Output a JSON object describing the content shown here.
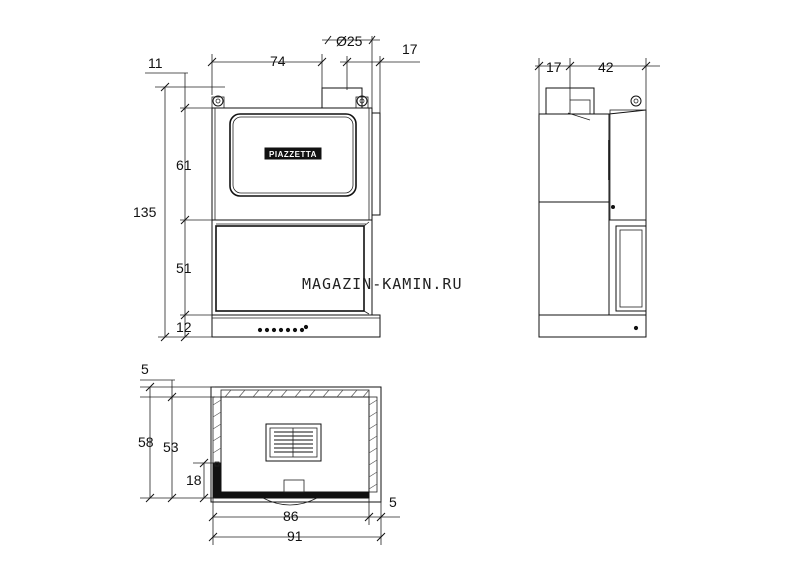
{
  "front_view": {
    "dimensions": {
      "left_offset": "11",
      "width": "74",
      "flue_diameter": "Ø25",
      "right_offset": "17",
      "total_height": "135",
      "upper_height": "61",
      "firebox_height": "51",
      "base_height": "12"
    },
    "brand_plate": "PIAZZETTA"
  },
  "side_view": {
    "dimensions": {
      "flue_offset": "17",
      "depth": "42"
    }
  },
  "top_view": {
    "dimensions": {
      "wall_thickness": "5",
      "total_depth": "58",
      "inner_depth": "53",
      "front_depth": "18",
      "inner_width": "86",
      "side_thickness": "5",
      "total_width": "91"
    }
  },
  "watermark": "MAGAZIN-KAMIN.RU"
}
